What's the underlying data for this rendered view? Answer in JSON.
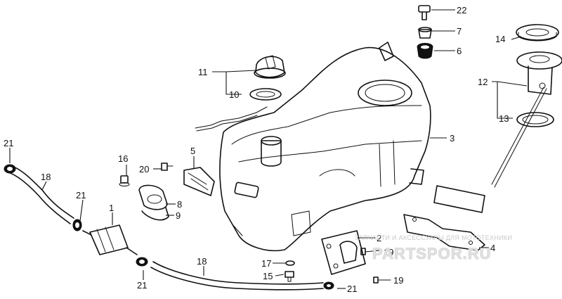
{
  "callouts": {
    "c1": "1",
    "c2": "2",
    "c3": "3",
    "c4": "4",
    "c5": "5",
    "c6": "6",
    "c7": "7",
    "c8": "8",
    "c9": "9",
    "c10": "10",
    "c11": "11",
    "c12": "12",
    "c13": "13",
    "c14": "14",
    "c15": "15",
    "c16": "16",
    "c17": "17",
    "c18a": "18",
    "c18b": "18",
    "c19a": "19",
    "c19b": "19",
    "c20": "20",
    "c21a": "21",
    "c21b": "21",
    "c21c": "21",
    "c21d": "21",
    "c22": "22"
  },
  "watermark": {
    "tagline": "ЗАПЧАСТИ И АКСЕССУАРЫ ДЛЯ МОТОТЕХНИКИ",
    "logo": "PARTSPOR.RU"
  }
}
